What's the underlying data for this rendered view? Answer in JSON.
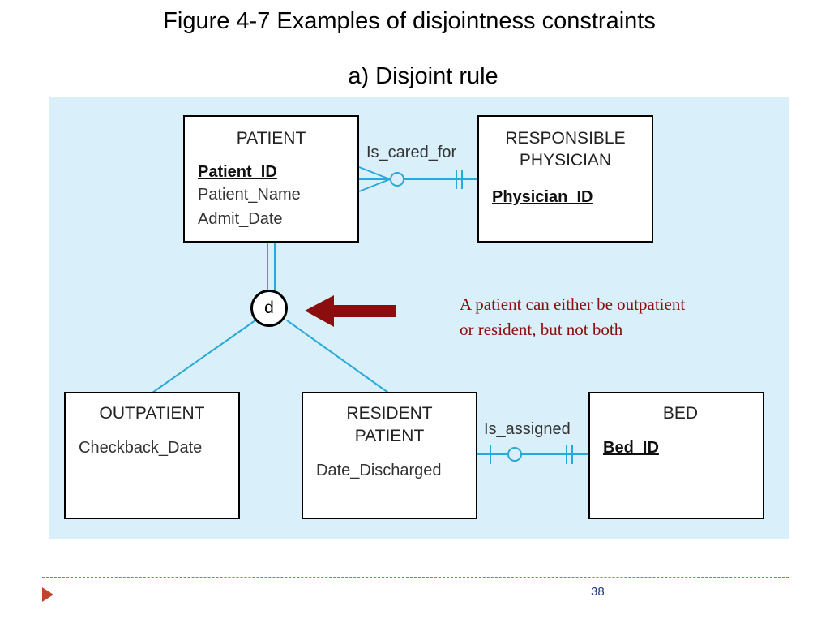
{
  "slide": {
    "title": "Figure 4-7 Examples of disjointness constraints",
    "subtitle": "a) Disjoint rule",
    "page_number": "38"
  },
  "diagram": {
    "entities": {
      "patient": {
        "name": "PATIENT",
        "key_attribute": "Patient_ID",
        "attributes": [
          "Patient_Name",
          "Admit_Date"
        ]
      },
      "responsible_physician": {
        "name_lines": [
          "RESPONSIBLE",
          "PHYSICIAN"
        ],
        "key_attribute": "Physician_ID"
      },
      "outpatient": {
        "name": "OUTPATIENT",
        "attributes": [
          "Checkback_Date"
        ]
      },
      "resident_patient": {
        "name_lines": [
          "RESIDENT",
          "PATIENT"
        ],
        "attributes": [
          "Date_Discharged"
        ]
      },
      "bed": {
        "name": "BED",
        "key_attribute": "Bed_ID"
      }
    },
    "relationships": {
      "is_cared_for": "Is_cared_for",
      "is_assigned": "Is_assigned"
    },
    "disjoint_symbol": "d",
    "annotation": {
      "line1": "A patient can either be outpatient",
      "line2": "or resident, but not both"
    },
    "colors": {
      "panel_background": "#d9f0fb",
      "connector_line": "#2aa8d8",
      "annotation_text": "#8b0d0d",
      "arrow_fill": "#8b0d0d",
      "footer_accent": "#c0462b"
    }
  }
}
